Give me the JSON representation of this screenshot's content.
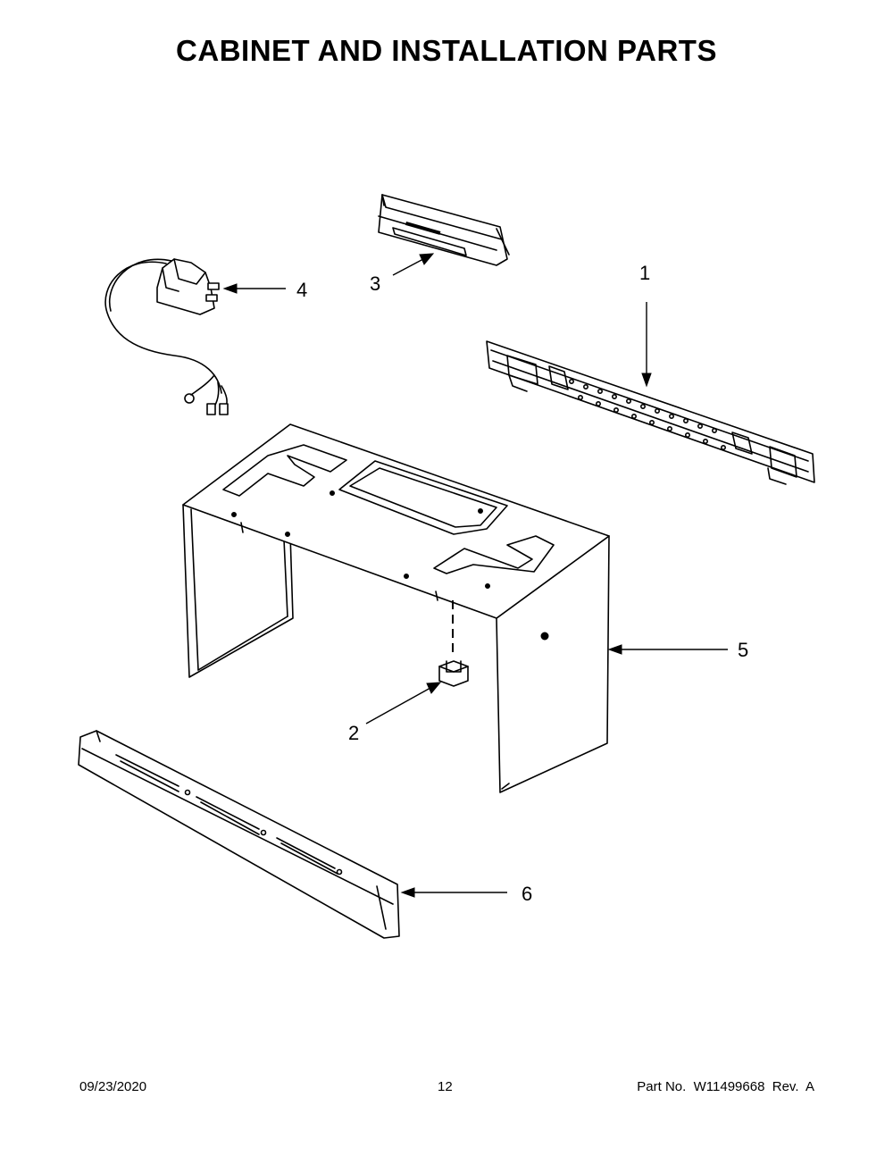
{
  "page": {
    "title": "CABINET AND INSTALLATION PARTS"
  },
  "callouts": [
    {
      "id": "1",
      "label": "1",
      "part": "mounting-plate"
    },
    {
      "id": "2",
      "label": "2",
      "part": "thermal-fuse"
    },
    {
      "id": "3",
      "label": "3",
      "part": "damper"
    },
    {
      "id": "4",
      "label": "4",
      "part": "power-cord"
    },
    {
      "id": "5",
      "label": "5",
      "part": "cabinet-wrapper"
    },
    {
      "id": "6",
      "label": "6",
      "part": "front-bottom-trim"
    }
  ],
  "footer": {
    "date": "09/23/2020",
    "page_number": "12",
    "part_number": "Part No.  W11499668  Rev.  A"
  }
}
